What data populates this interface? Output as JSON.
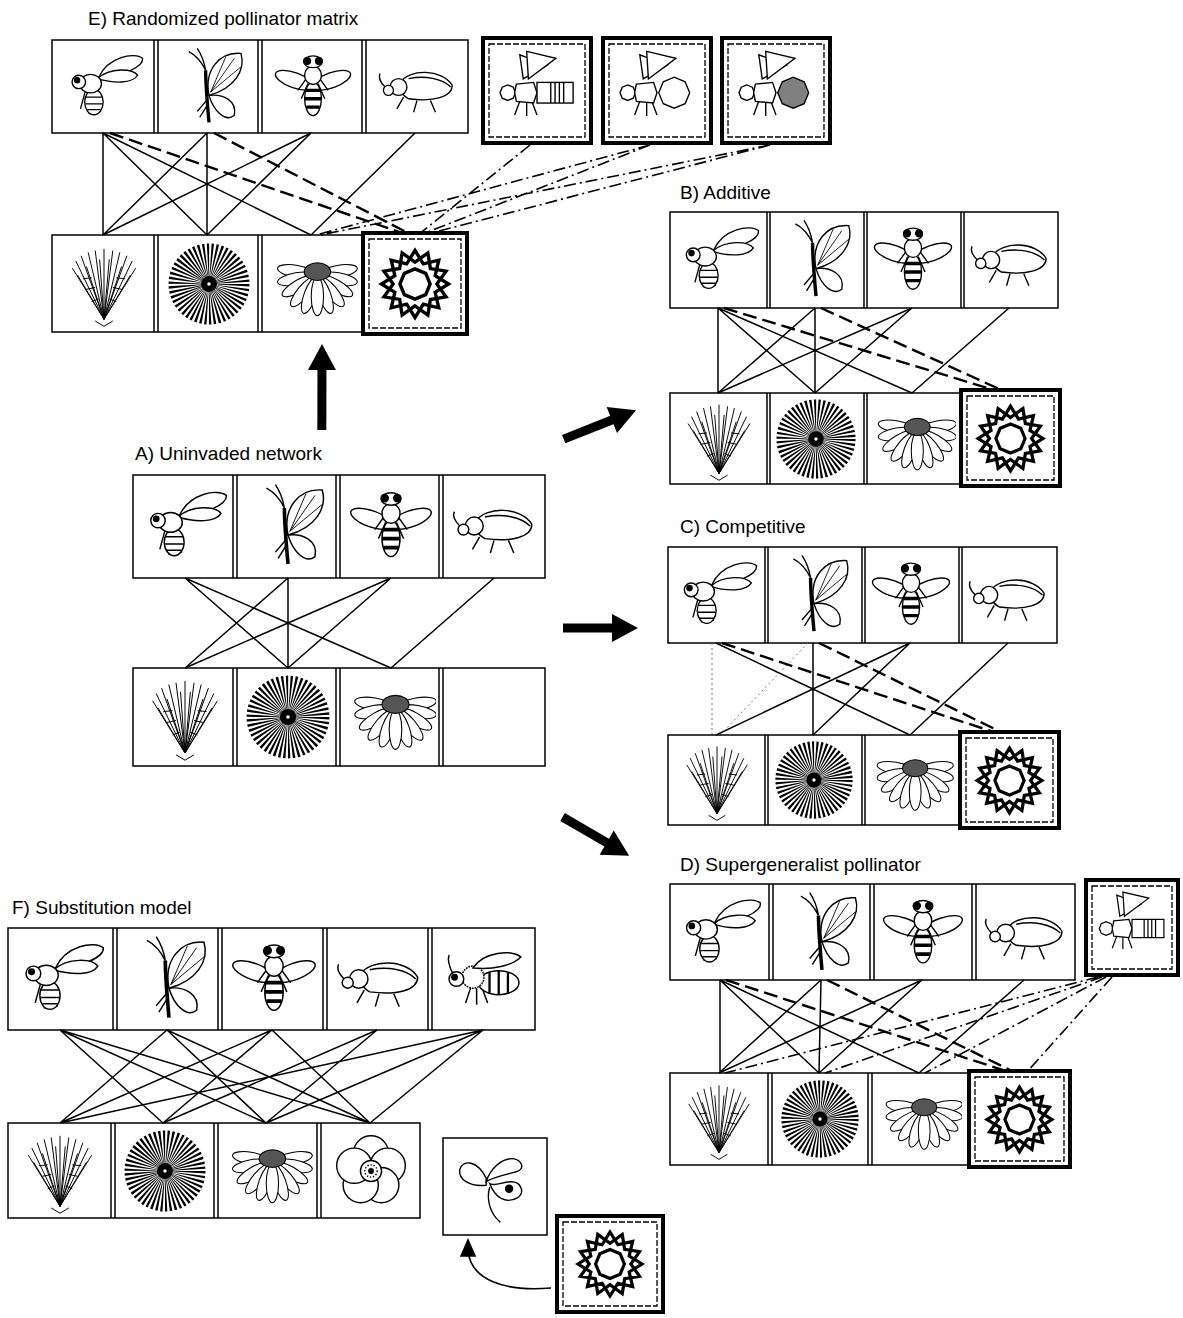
{
  "diagram": {
    "nodes": [
      {
        "text": [
          "E) Randomized pollinator matrix"
        ]
      },
      {
        "text": [
          "B) Additive"
        ]
      },
      {
        "text": [
          "A) Uninvaded network"
        ]
      },
      {
        "text": [
          "C) Competitive"
        ]
      },
      {
        "text": [
          "D) Supergeneralist pollinator"
        ]
      },
      {
        "text": [
          "F) Substitution model"
        ]
      }
    ],
    "edges": [
      {
        "from": 2,
        "to": 0,
        "arrow": "to"
      },
      {
        "from": 2,
        "to": 1,
        "arrow": "to"
      },
      {
        "from": 2,
        "to": 3,
        "arrow": "to"
      },
      {
        "from": 2,
        "to": 4,
        "arrow": "to"
      }
    ]
  }
}
